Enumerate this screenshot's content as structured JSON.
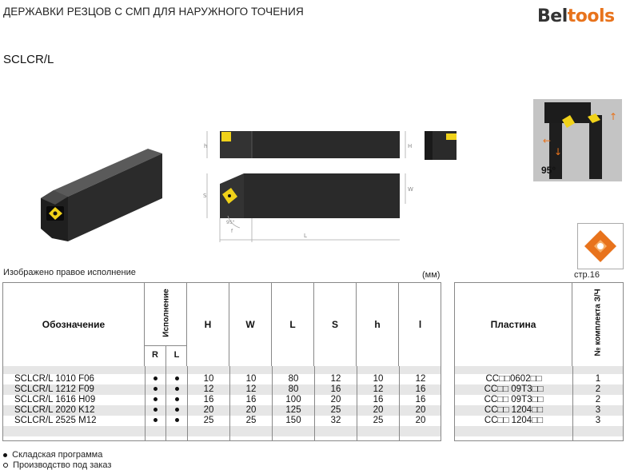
{
  "header": {
    "title": "ДЕРЖАВКИ РЕЗЦОВ С СМП ДЛЯ НАРУЖНОГО ТОЧЕНИЯ",
    "brand_part1": "Bel",
    "brand_part2": "tools",
    "model": "SCLCR/L"
  },
  "figure": {
    "caption": "Изображено правое исполнение",
    "unit": "(мм)",
    "angle_label": "95°",
    "page_ref": "стр.16",
    "dim_labels": {
      "h": "h",
      "H": "H",
      "S": "S",
      "W": "W",
      "L": "L",
      "f": "f",
      "angle": "95°"
    }
  },
  "main_table": {
    "header_designation": "Обозначение",
    "header_variant": "Исполнение",
    "header_R": "R",
    "header_L": "L",
    "dim_headers": [
      "H",
      "W",
      "L",
      "S",
      "h",
      "l"
    ],
    "rows": [
      {
        "name": "SCLCR/L 1010 F06",
        "R": "dot",
        "L": "dot",
        "dims": [
          "10",
          "10",
          "80",
          "12",
          "10",
          "12"
        ]
      },
      {
        "name": "SCLCR/L 1212 F09",
        "R": "dot",
        "L": "dot",
        "dims": [
          "12",
          "12",
          "80",
          "16",
          "12",
          "16"
        ]
      },
      {
        "name": "SCLCR/L 1616 H09",
        "R": "dot",
        "L": "dot",
        "dims": [
          "16",
          "16",
          "100",
          "20",
          "16",
          "16"
        ]
      },
      {
        "name": "SCLCR/L 2020 K12",
        "R": "dot",
        "L": "dot",
        "dims": [
          "20",
          "20",
          "125",
          "25",
          "20",
          "20"
        ]
      },
      {
        "name": "SCLCR/L 2525 M12",
        "R": "dot",
        "L": "dot",
        "dims": [
          "25",
          "25",
          "150",
          "32",
          "25",
          "20"
        ]
      }
    ]
  },
  "insert_table": {
    "header_insert": "Пластина",
    "header_kit": "№ комплекта З/Ч",
    "rows": [
      {
        "insert": "CC□□0602□□",
        "kit": "1"
      },
      {
        "insert": "CC□□ 09T3□□",
        "kit": "2"
      },
      {
        "insert": "CC□□ 09T3□□",
        "kit": "2"
      },
      {
        "insert": "CC□□ 1204□□",
        "kit": "3"
      },
      {
        "insert": "CC□□ 1204□□",
        "kit": "3"
      }
    ]
  },
  "legend": {
    "stock": "Складская программа",
    "order": "Производство под заказ"
  },
  "colors": {
    "accent": "#e8731c",
    "insert": "#f0d21a",
    "stripe": "#e6e6e6",
    "body_dark": "#2a2a2a"
  }
}
